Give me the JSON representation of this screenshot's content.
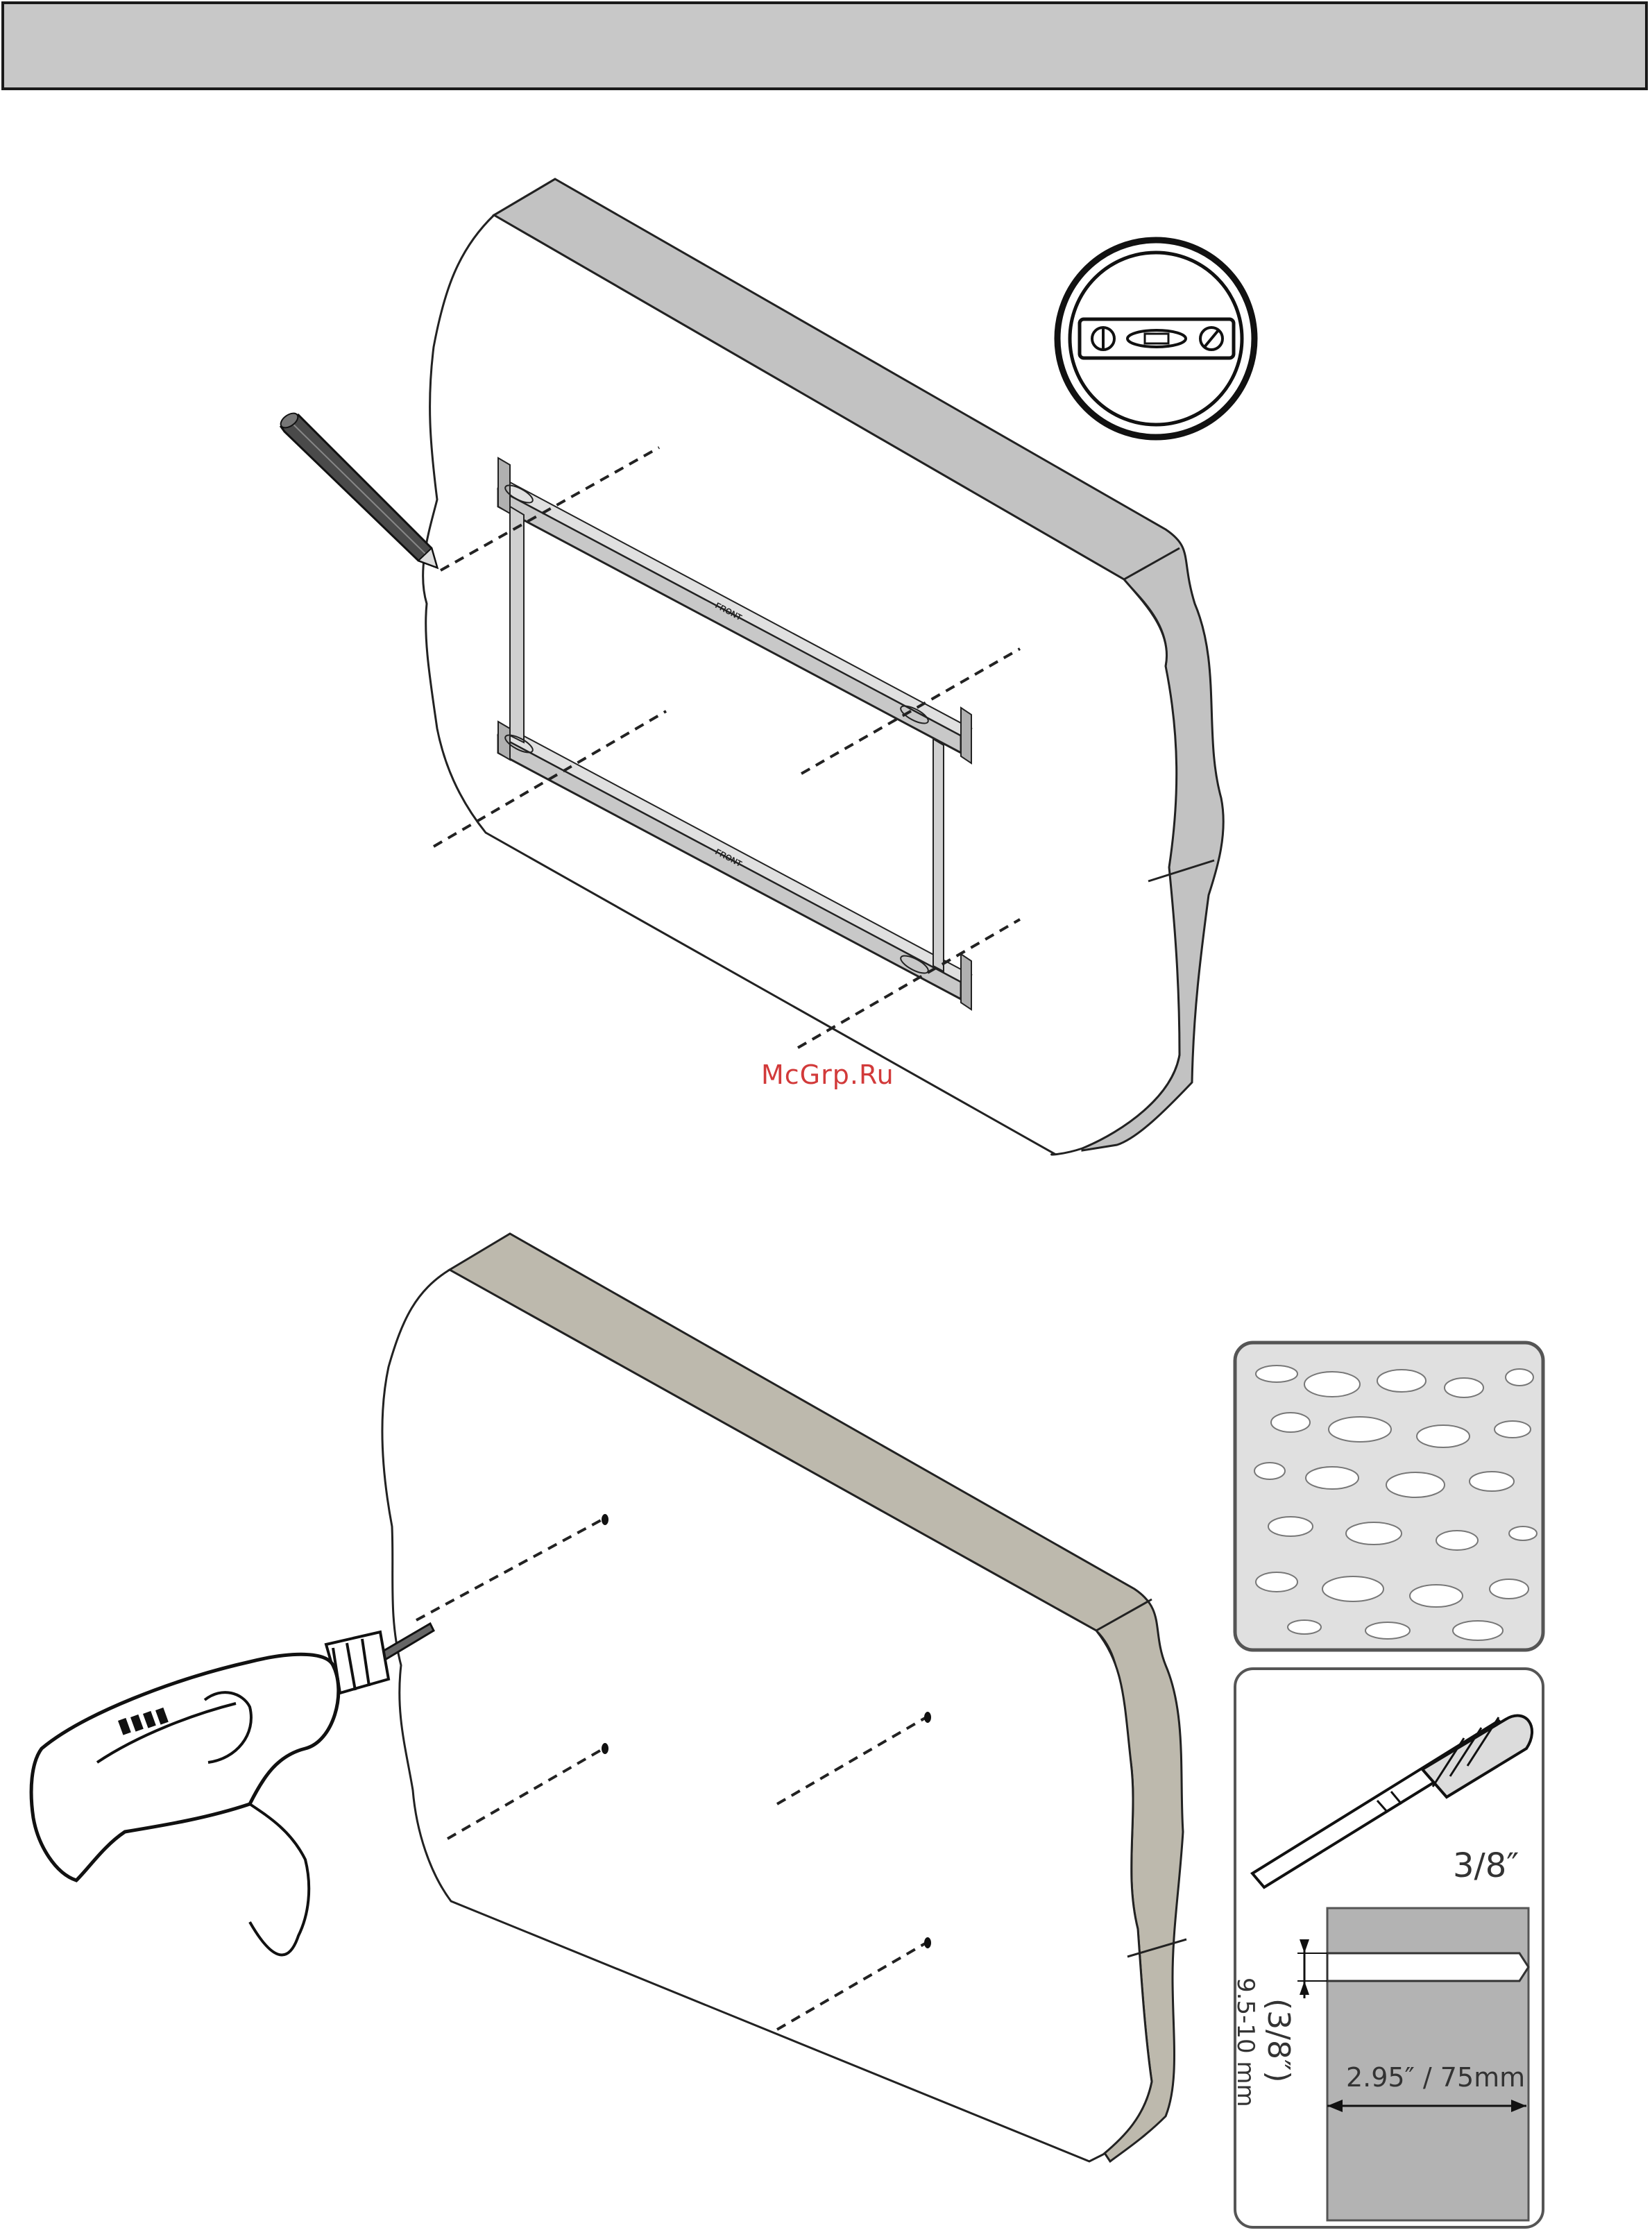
{
  "header": {
    "title": ""
  },
  "step1": {
    "bracket_label_top": "FRONT",
    "bracket_label_bottom": "FRONT",
    "level_icon": "spirit-level-icon",
    "pencil_icon": "pencil-icon"
  },
  "watermark": {
    "text": "McGrp.Ru"
  },
  "step2": {
    "drill_icon": "power-drill-icon",
    "material_icon": "concrete-texture-icon",
    "drill_bit_icon": "masonry-drill-bit-icon",
    "bit_size": "3/8″",
    "hole_diameter_imperial": "(3/8″)",
    "hole_diameter_metric": "9.5-10 mm",
    "hole_depth": "2.95″ / 75mm"
  },
  "colors": {
    "wall_edge_top": "#c2c2c2",
    "wall_edge_bottom": "#bdb9ad",
    "panel_border": "#555555",
    "depth_fill": "#b3b3b3",
    "watermark": "#d23a3a"
  }
}
